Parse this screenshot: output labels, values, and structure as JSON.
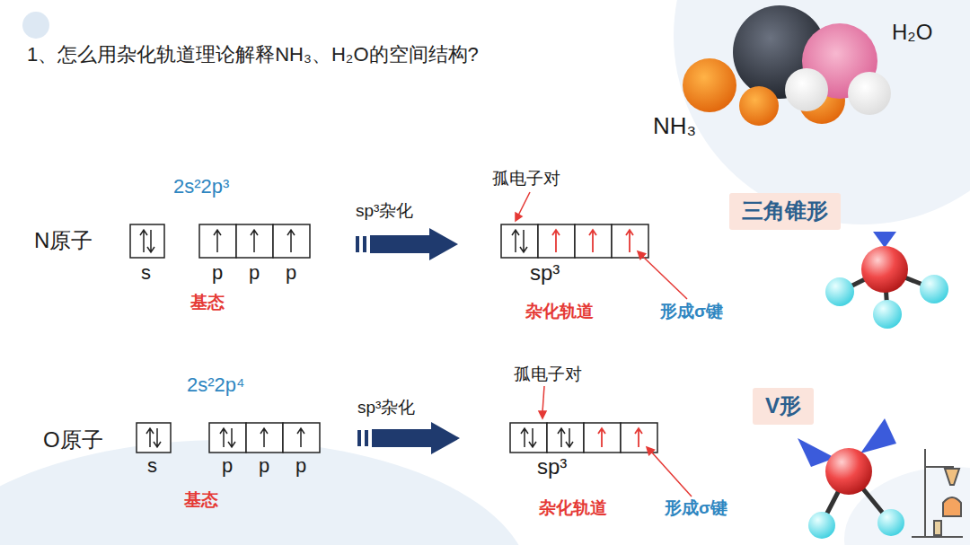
{
  "diagram": {
    "title": "1、怎么用杂化轨道理论解释NH₃、H₂O的空间结构?",
    "nodes": [
      {
        "text": [
          "三角锥形"
        ]
      },
      {
        "text": [
          "V形"
        ]
      }
    ],
    "labels": [
      "NH₃",
      "H₂O",
      "2s²2p³",
      "N原子",
      "s",
      "p",
      "p",
      "p",
      "基态",
      "sp³杂化",
      "孤电子对",
      "sp³",
      "杂化轨道",
      "形成σ键",
      "2s²2p⁴",
      "O原子",
      "s",
      "p",
      "p",
      "p",
      "基态",
      "sp³杂化",
      "孤电子对",
      "sp³",
      "杂化轨道",
      "形成σ键"
    ]
  }
}
